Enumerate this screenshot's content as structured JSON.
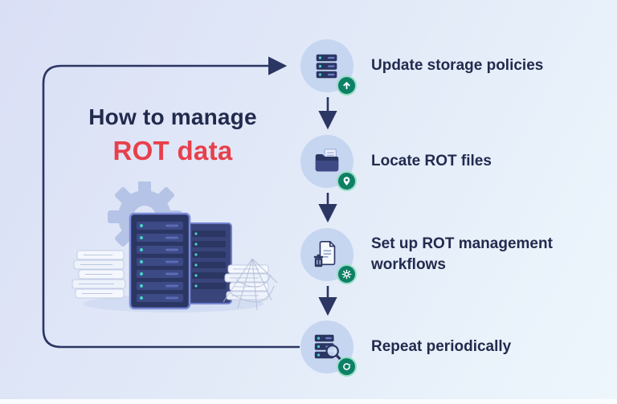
{
  "title": {
    "line1": "How to manage",
    "line2": "ROT data"
  },
  "steps": [
    {
      "label": "Update storage policies",
      "icon": "server-upload-icon",
      "badge": "upload-arrow-badge"
    },
    {
      "label": "Locate ROT files",
      "icon": "folder-locate-icon",
      "badge": "location-pin-badge"
    },
    {
      "label": "Set up ROT management workflows",
      "icon": "document-delete-icon",
      "badge": "gear-badge"
    },
    {
      "label": "Repeat periodically",
      "icon": "server-search-icon",
      "badge": "refresh-badge"
    }
  ],
  "illustration": {
    "elements": [
      "gear",
      "server-rack-front",
      "server-rack-back",
      "paper-stack-left",
      "paper-stack-right",
      "spider-web"
    ]
  },
  "colors": {
    "background_start": "#dadff5",
    "background_end": "#eef6fc",
    "navy": "#2b3663",
    "accent_red": "#e8404b",
    "icon_circle_bg": "#c6d6f0",
    "badge_green": "#0d8066",
    "teal_light": "#49d3c8"
  }
}
